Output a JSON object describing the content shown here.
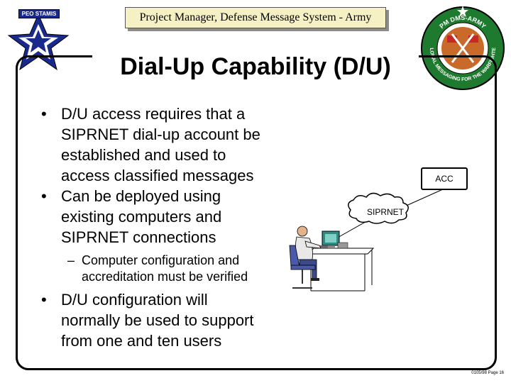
{
  "header": {
    "program_label": "Project Manager, Defense Message System - Army"
  },
  "slide": {
    "title": "Dial-Up Capability (D/U)"
  },
  "bullets": [
    {
      "marker": "•",
      "lines": [
        "D/U access requires that a",
        "SIPRNET dial-up account be",
        "established and used to",
        "access classified messages"
      ]
    },
    {
      "marker": "•",
      "lines": [
        "Can be deployed using",
        "existing computers and",
        "SIPRNET connections"
      ]
    }
  ],
  "sub_bullet": {
    "marker": "–",
    "lines": [
      "Computer configuration and",
      "accreditation must be verified"
    ]
  },
  "bullet3": {
    "marker": "•",
    "lines": [
      "D/U configuration will",
      "normally be used to support",
      "from one and ten users"
    ]
  },
  "diagram": {
    "acc_label": "ACC",
    "cloud_label": "SIPRNET"
  },
  "logos": {
    "peo_label": "PEO STAMIS",
    "pm_seal_top": "PM DMS-ARMY",
    "pm_seal_bottom": "GLOBAL MESSAGING FOR THE WARFIGHTER"
  },
  "footer": {
    "page_ref": "0105/98 Page 16"
  },
  "colors": {
    "header_bg": "#f5f1c4",
    "star_logo": "#1a2a8c",
    "seal_green": "#1e7a2e",
    "monitor_teal": "#2f8c84",
    "chair": "#4a5aa8",
    "shirt": "#e8e8e8"
  }
}
